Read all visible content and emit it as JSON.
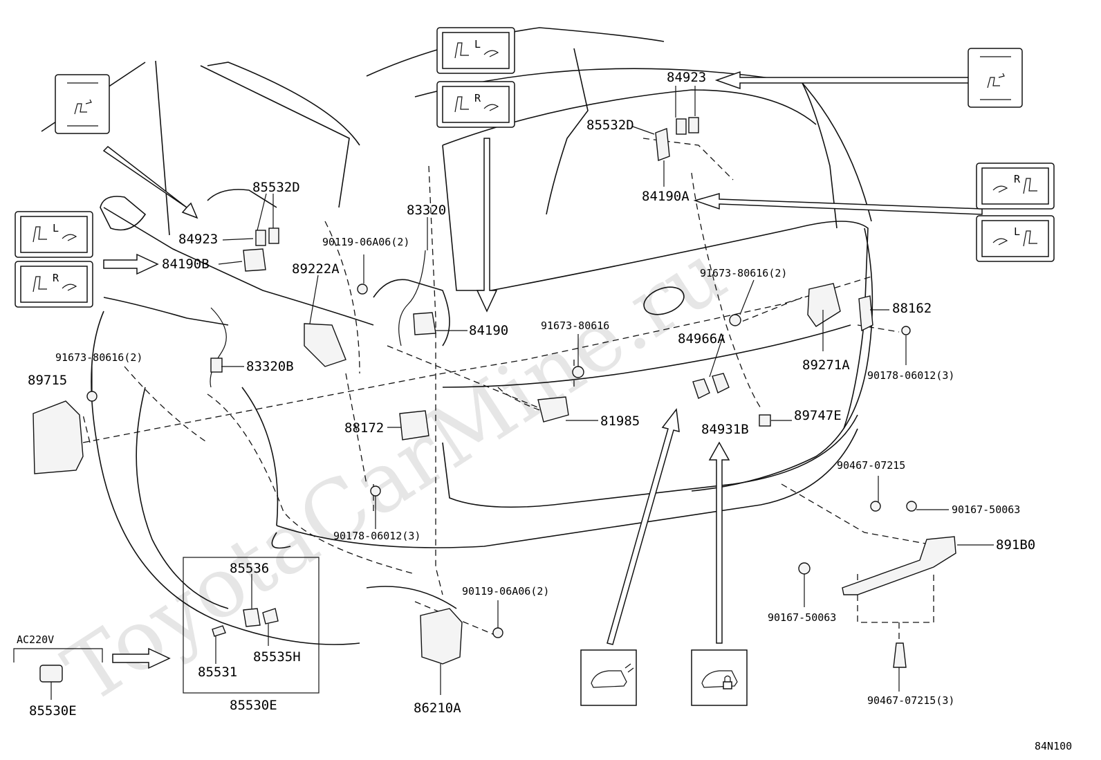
{
  "watermark": "ToyotaCarMine.ru",
  "diagram_code": "84N100",
  "supply_label": "AC220V",
  "icon_letters": {
    "left": "L",
    "right": "R"
  },
  "parts": {
    "p84923_top": "84923",
    "p85532D_top": "85532D",
    "p84190A": "84190A",
    "p85532D_left": "85532D",
    "p84923_left": "84923",
    "p84190B": "84190B",
    "p83320": "83320",
    "p90119_06A06_2_top": "90119-06A06(2)",
    "p89222A": "89222A",
    "p84190": "84190",
    "p91673_80616": "91673-80616",
    "p91673_80616_2_right": "91673-80616(2)",
    "p88162": "88162",
    "p84966A": "84966A",
    "p89271A": "89271A",
    "p90178_06012_3_right": "90178-06012(3)",
    "p91673_80616_2_left": "91673-80616(2)",
    "p89715": "89715",
    "p83320B": "83320B",
    "p81985": "81985",
    "p88172": "88172",
    "p84931B": "84931B",
    "p89747E": "89747E",
    "p90467_07215": "90467-07215",
    "p90167_50063_right": "90167-50063",
    "p891B0": "891B0",
    "p90178_06012_3_bottom": "90178-06012(3)",
    "p90119_06A06_2_bottom": "90119-06A06(2)",
    "p90167_50063_bottom": "90167-50063",
    "p90467_07215_3": "90467-07215(3)",
    "p85536": "85536",
    "p85531": "85531",
    "p85535H": "85535H",
    "p85530E_box": "85530E",
    "p85530E_outlet": "85530E",
    "p86210A": "86210A"
  }
}
